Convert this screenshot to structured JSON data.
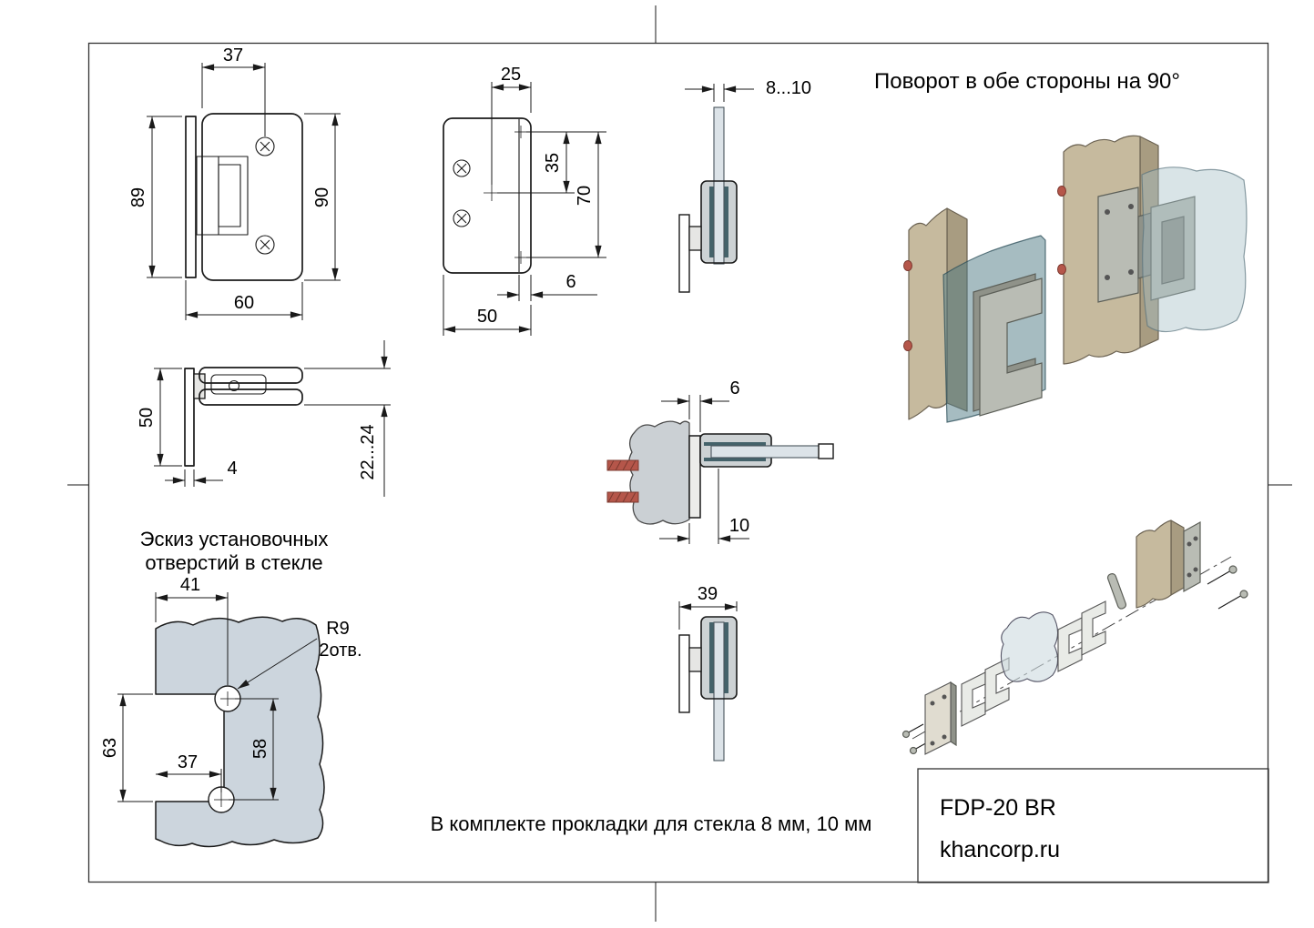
{
  "drawing": {
    "product": "FDP-20 BR",
    "website": "khancorp.ru"
  },
  "notes": {
    "rotation": "Поворот в обе стороны на 90°",
    "glass_holes_title_1": "Эскиз установочных",
    "glass_holes_title_2": "отверстий в стекле",
    "gaskets": "В комплекте прокладки для стекла 8 мм, 10 мм"
  },
  "views": {
    "front": {
      "width_to_screw": "37",
      "plate_height": "89",
      "body_height": "90",
      "body_width": "60"
    },
    "side": {
      "center_to_edge": "25",
      "screw_to_center": "35",
      "screw_spacing": "70",
      "edge_offset": "6",
      "body_width": "50"
    },
    "glass_edge": {
      "glass_thickness": "8...10"
    },
    "profile": {
      "plate_height": "50",
      "plate_thickness": "4",
      "clamp_depth": "22...24"
    },
    "section": {
      "wall_gap": "6",
      "plate_offset": "10"
    },
    "bottom_edge": {
      "body_width": "39"
    },
    "glass_holes": {
      "hole_x_top": "41",
      "radius": "R9",
      "count": "2отв.",
      "notch_height": "63",
      "hole_x_bottom": "37",
      "hole_spacing": "58"
    }
  },
  "colors": {
    "line": "#1a1a1a",
    "glass_pane_fill": "#ccd5dd",
    "glass_edge_fill": "#dce3e8",
    "metal_fill": "#cdd2d4",
    "gasket_dark": "#44626a",
    "wood_light": "#c6ba9e",
    "wood_dark": "#a89c81",
    "screw_red": "#b5564a"
  }
}
